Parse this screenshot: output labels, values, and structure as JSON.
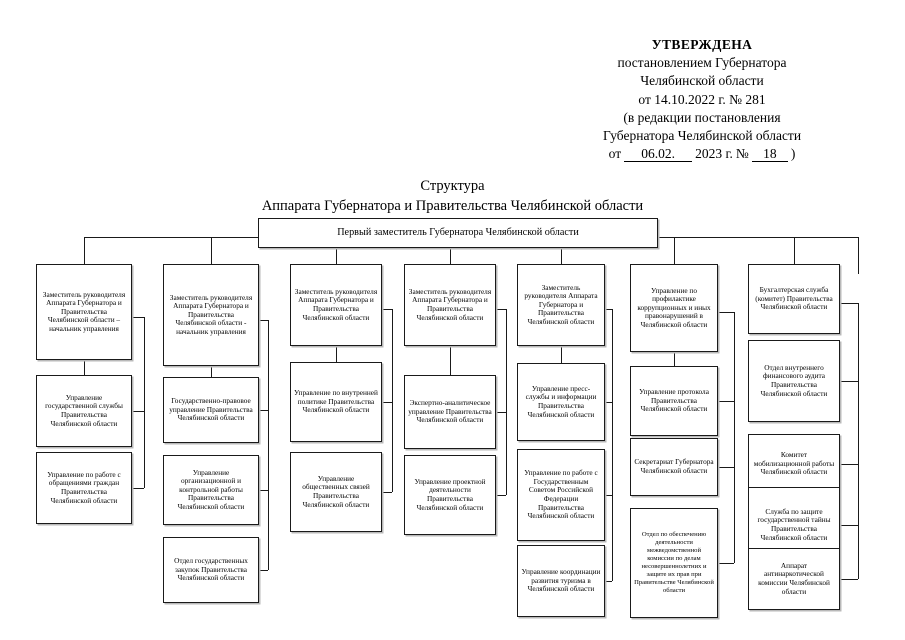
{
  "document": {
    "approval": {
      "title": "УТВЕРЖДЕНА",
      "line1": "постановлением Губернатора",
      "line2": "Челябинской области",
      "line3": "от 14.10.2022 г. № 281",
      "line4": "(в редакции постановления",
      "line5": "Губернатора Челябинской области",
      "from_label": "от",
      "date_value": "06.02.",
      "year_label": "2023 г.",
      "number_label": "№",
      "number_value": "18",
      "close_paren": ")"
    },
    "title": {
      "line1": "Структура",
      "line2": "Аппарата Губернатора и Правительства Челябинской области"
    }
  },
  "chart_data": {
    "type": "org-chart",
    "root": {
      "label": "Первый заместитель Губернатора Челябинской области"
    },
    "columns": [
      {
        "id": "col1",
        "nodes": [
          {
            "label": "Заместитель руководителя Аппарата Губернатора и Правительства Челябинской области – начальник управления",
            "role": "head"
          },
          {
            "label": "Управление государственной службы Правительства Челябинской области",
            "role": "unit"
          },
          {
            "label": "Управление по работе с обращениями граждан Правительства Челябинской области",
            "role": "unit"
          }
        ]
      },
      {
        "id": "col2",
        "nodes": [
          {
            "label": "Заместитель руководителя Аппарата Губернатора и Правительства Челябинской области - начальник управления",
            "role": "head"
          },
          {
            "label": "Государственно-правовое управление Правительства Челябинской области",
            "role": "unit"
          },
          {
            "label": "Управление организационной и контрольной работы Правительства Челябинской области",
            "role": "unit"
          },
          {
            "label": "Отдел государственных закупок Правительства Челябинской области",
            "role": "unit"
          }
        ]
      },
      {
        "id": "col3",
        "nodes": [
          {
            "label": "Заместитель руководителя Аппарата Губернатора и Правительства Челябинской области",
            "role": "head"
          },
          {
            "label": "Управление по внутренней политике Правительства Челябинской области",
            "role": "unit"
          },
          {
            "label": "Управление общественных связей Правительства Челябинской области",
            "role": "unit"
          }
        ]
      },
      {
        "id": "col4",
        "nodes": [
          {
            "label": "Заместитель руководителя Аппарата Губернатора и Правительства Челябинской области",
            "role": "head"
          },
          {
            "label": "Экспертно-аналитическое управление Правительства Челябинской области",
            "role": "unit"
          },
          {
            "label": "Управление проектной деятельности Правительства Челябинской области",
            "role": "unit"
          }
        ]
      },
      {
        "id": "col5",
        "nodes": [
          {
            "label": "Заместитель руководителя Аппарата Губернатора и Правительства Челябинской области",
            "role": "head"
          },
          {
            "label": "Управление пресс-службы и информации Правительства Челябинской области",
            "role": "unit"
          },
          {
            "label": "Управление по работе с Государственным Советом Российской Федерации Правительства Челябинской области",
            "role": "unit"
          },
          {
            "label": "Управление координации развития туризма в Челябинской области",
            "role": "unit"
          }
        ]
      },
      {
        "id": "col6",
        "nodes": [
          {
            "label": "Управление по профилактике коррупционных и иных правонарушений в Челябинской области",
            "role": "head"
          },
          {
            "label": "Управление протокола Правительства Челябинской области",
            "role": "unit"
          },
          {
            "label": "Секретариат Губернатора Челябинской области",
            "role": "unit"
          },
          {
            "label": "Отдел по обеспечению деятельности межведомственной комиссии по делам несовершеннолетних и защите их прав при Правительстве Челябинской области",
            "role": "tiny"
          }
        ]
      },
      {
        "id": "col7",
        "nodes": [
          {
            "label": "Бухгалтерская служба (комитет) Правительства Челябинской области",
            "role": "head"
          },
          {
            "label": "Отдел внутреннего финансового аудита Правительства Челябинской области",
            "role": "unit"
          },
          {
            "label": "Комитет мобилизационной работы Челябинской области",
            "role": "unit"
          },
          {
            "label": "Служба по защите государственной тайны Правительства Челябинской области",
            "role": "unit"
          },
          {
            "label": "Аппарат антинаркотической комиссии Челябинской области",
            "role": "unit"
          }
        ]
      }
    ]
  }
}
